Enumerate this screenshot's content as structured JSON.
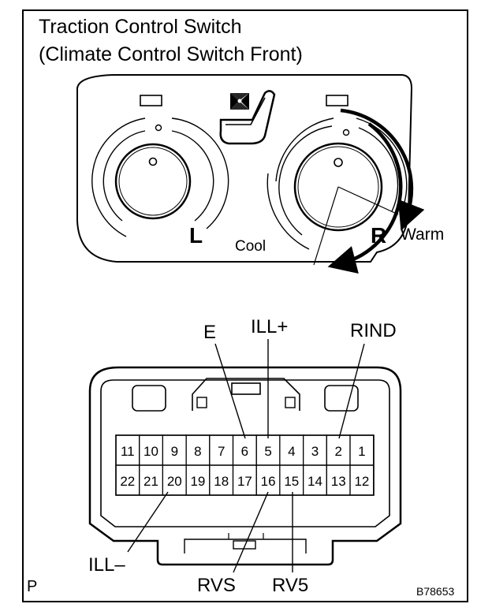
{
  "title": {
    "line1": "Traction Control Switch",
    "line2": "(Climate Control Switch Front)"
  },
  "panel": {
    "left_dial_letter": "L",
    "right_dial_letter": "R",
    "cool_label": "Cool",
    "warm_label": "Warm",
    "icon": "seat-fan-icon"
  },
  "connector": {
    "top_row": [
      "11",
      "10",
      "9",
      "8",
      "7",
      "6",
      "5",
      "4",
      "3",
      "2",
      "1"
    ],
    "bottom_row": [
      "22",
      "21",
      "20",
      "19",
      "18",
      "17",
      "16",
      "15",
      "14",
      "13",
      "12"
    ]
  },
  "callouts": {
    "E": "E",
    "ILL_plus": "ILL+",
    "RIND": "RIND",
    "ILL_minus": "ILL–",
    "RVS": "RVS",
    "RV5": "RV5"
  },
  "footer": {
    "corner_letter": "P",
    "figure_id": "B78653"
  }
}
